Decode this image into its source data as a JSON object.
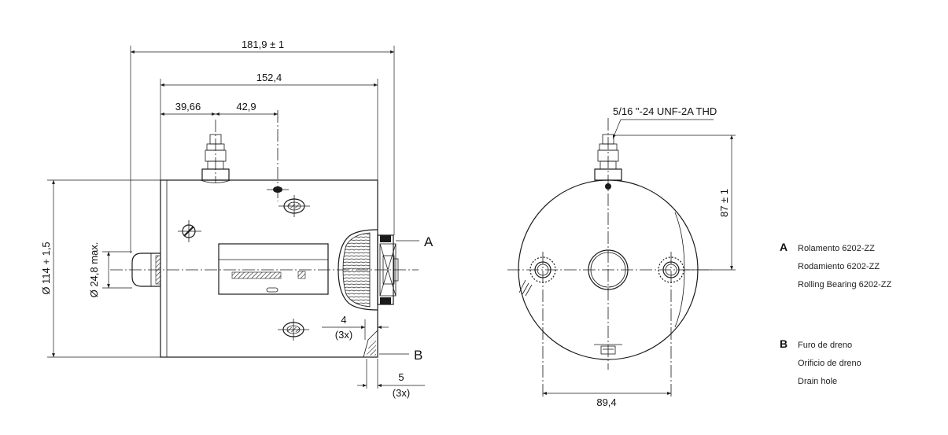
{
  "dimensions": {
    "overall_length": "181,9 ± 1",
    "body_length": "152,4",
    "terminal_offset": "39,66",
    "hole_offset": "42,9",
    "body_diameter": "Ø 114 + 1,5",
    "shaft_diameter": "Ø 24,8 max.",
    "gap_a_value": "4",
    "gap_a_count": "(3x)",
    "gap_b_value": "5",
    "gap_b_count": "(3x)",
    "thread": "5/16 \"-24 UNF-2A THD",
    "terminal_height": "87 ± 1",
    "hole_spacing": "89,4"
  },
  "callouts": {
    "a": "A",
    "b": "B"
  },
  "legend": {
    "a": {
      "key": "A",
      "lines": [
        "Rolamento 6202-ZZ",
        "Rodamiento 6202-ZZ",
        "Rolling Bearing 6202-ZZ"
      ]
    },
    "b": {
      "key": "B",
      "lines": [
        "Furo de dreno",
        "Orificio de dreno",
        "Drain hole"
      ]
    }
  }
}
